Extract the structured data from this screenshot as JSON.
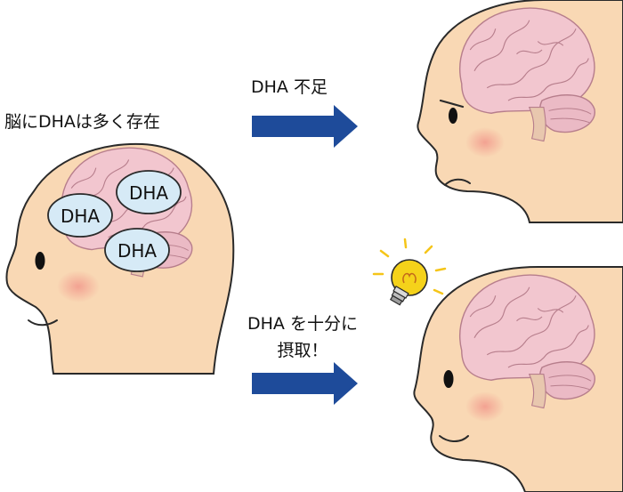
{
  "labels": {
    "brain_has_dha": "脳にDHAは多く存在",
    "dha_shortage": "DHA 不足",
    "dha_intake_line1": "DHA を十分に",
    "dha_intake_line2": "摂取！"
  },
  "bubbles": [
    "DHA",
    "DHA",
    "DHA"
  ],
  "colors": {
    "skin": "#F9D8B4",
    "outline": "#2a2a2a",
    "brain": "#F2C6CF",
    "brain_line": "#B77E8C",
    "cheek": "#F3A79A",
    "bubble_fill": "#D6EAF6",
    "arrow": "#1E4B9A",
    "bulb": "#F5D21A"
  },
  "icons": [
    "light-bulb-icon",
    "right-arrow-icon"
  ]
}
